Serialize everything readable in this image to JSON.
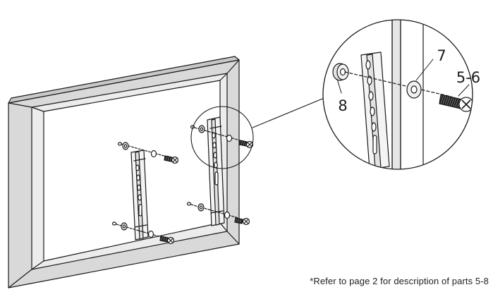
{
  "callouts": {
    "spacer": "8",
    "washer": "7",
    "screw": "5-6"
  },
  "footnote": "*Refer to page 2 for description of parts 5-8",
  "colors": {
    "line": "#1a1a1a",
    "tv_frame_outer": "#d9d9d9",
    "tv_frame_inner": "#ececec",
    "screen": "#ffffff"
  }
}
